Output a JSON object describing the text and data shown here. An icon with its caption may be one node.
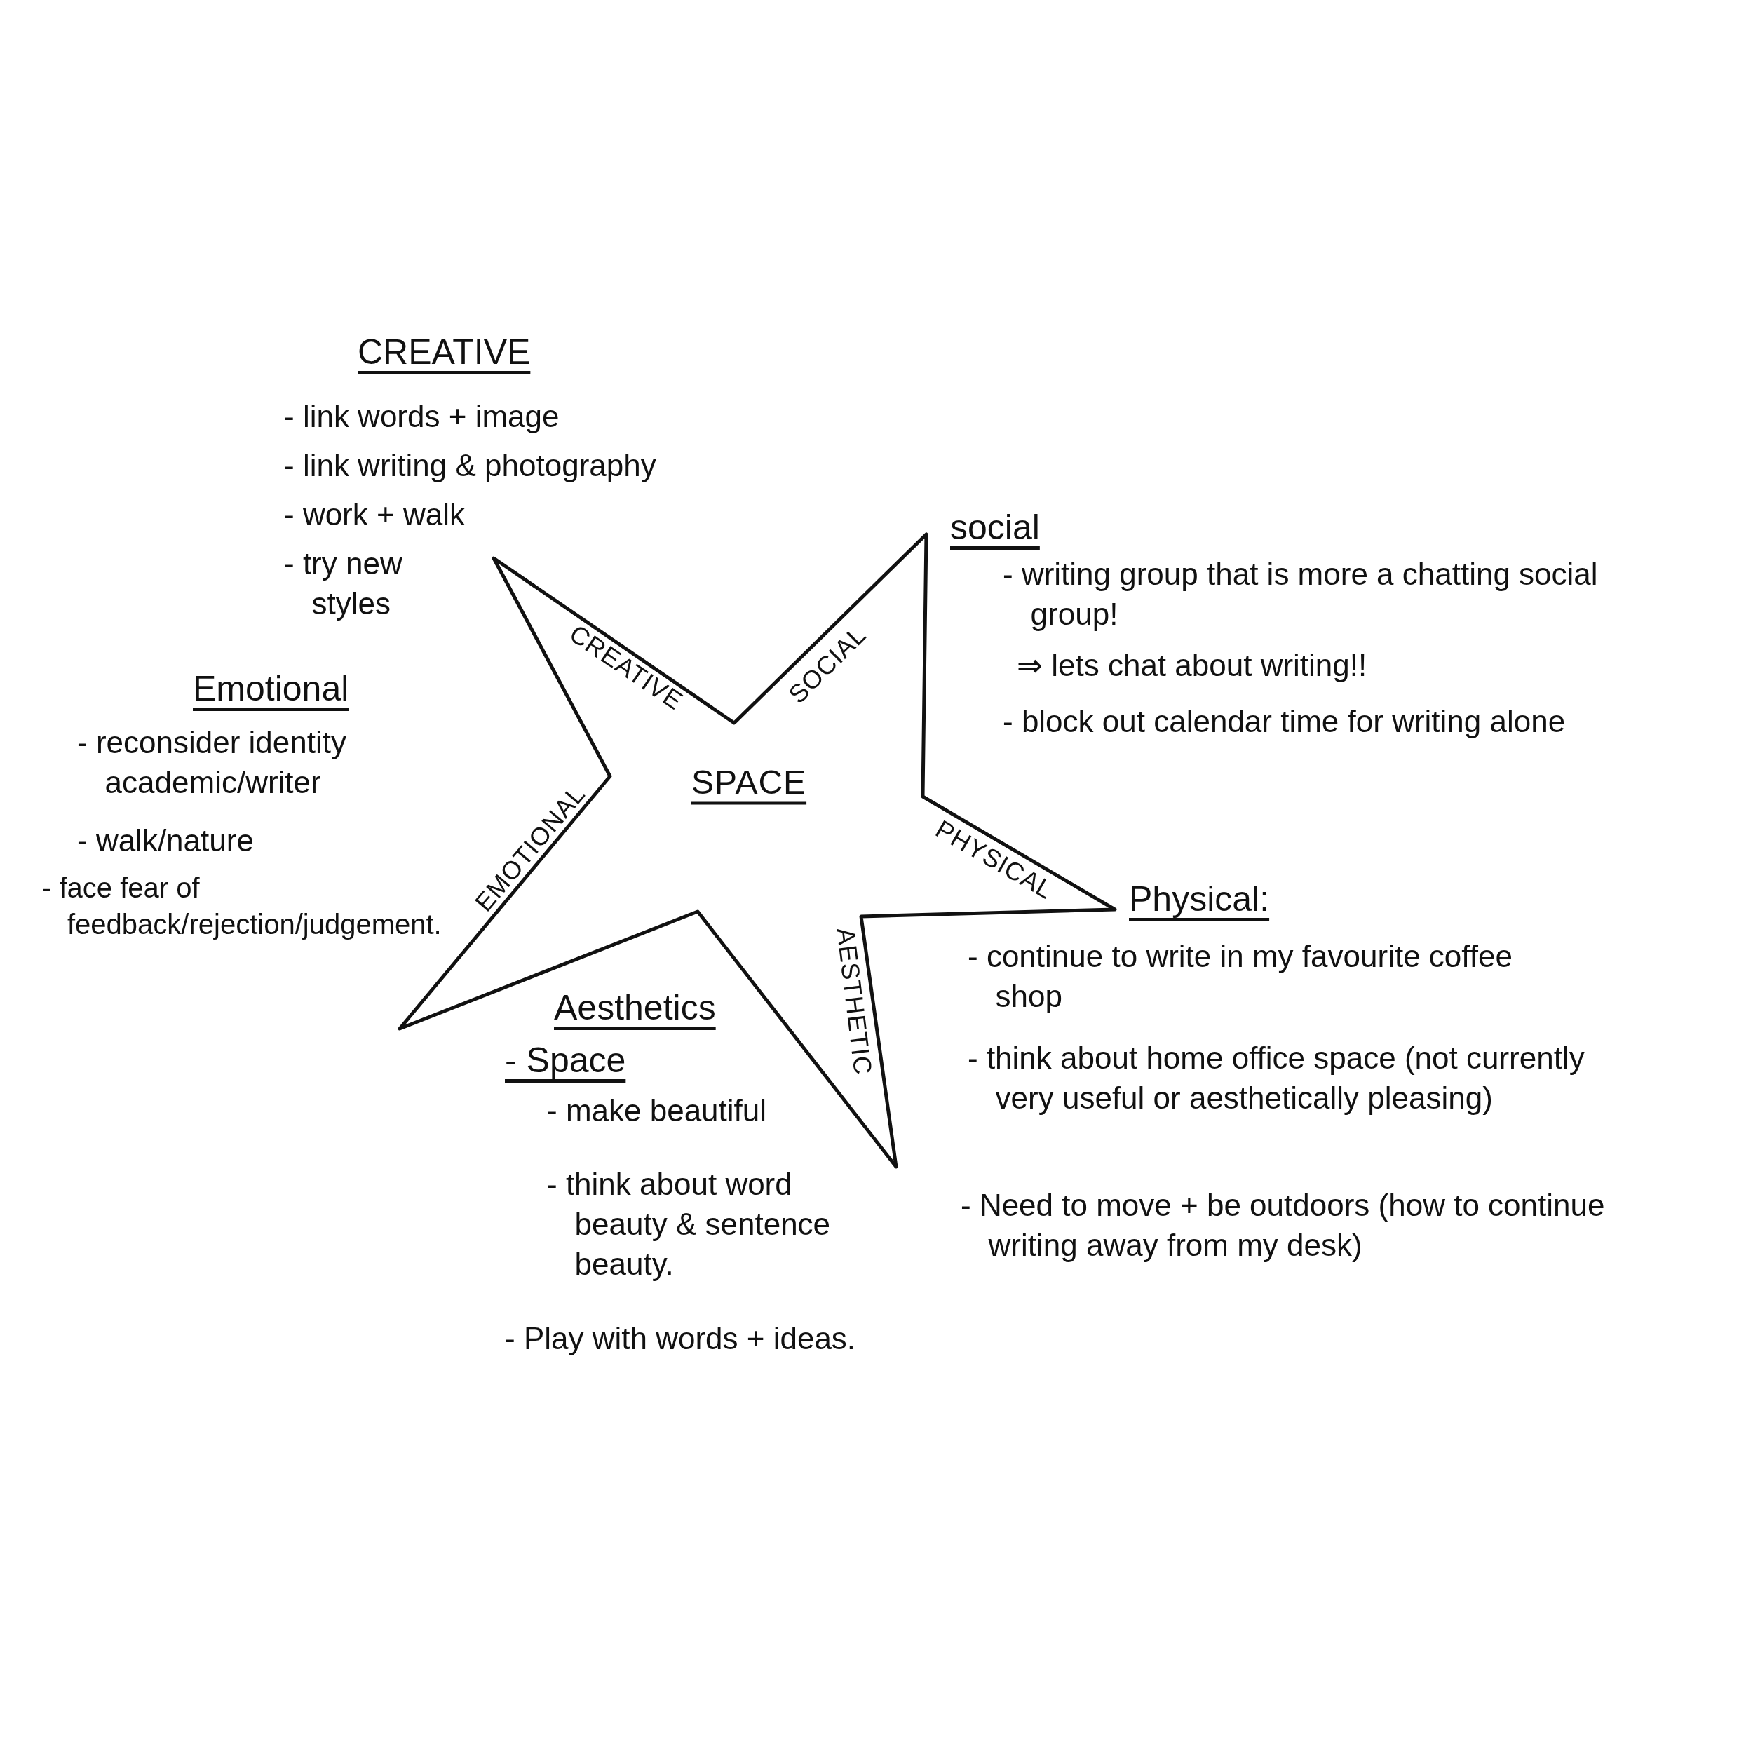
{
  "diagram": {
    "nodes": [
      {
        "text": [
          "SPACE",
          "CREATIVE",
          "SOCIAL",
          "PHYSICAL",
          "AESTHETIC",
          "EMOTIONAL"
        ]
      }
    ],
    "labels": [
      "CREATIVE",
      "- link words + image",
      "- link writing & photography",
      "- work + walk",
      "- try new styles",
      "Emotional",
      "- reconsider identity academic/writer",
      "- walk/nature",
      "- face fear of feedback/rejection/judgement.",
      "Aesthetics",
      "- Space",
      "- make beautiful",
      "- think about word beauty & sentence beauty.",
      "- Play with words + ideas.",
      "social",
      "- writing group that is more a chatting social group!",
      "⇒ lets chat about writing!!",
      "- block out calendar time for writing alone",
      "Physical:",
      "- continue to write in my favourite coffee shop",
      "- think about home office space (not currently very useful or aesthetically pleasing)",
      "- Need to move + be outdoors (how to continue writing away from my desk)"
    ]
  }
}
